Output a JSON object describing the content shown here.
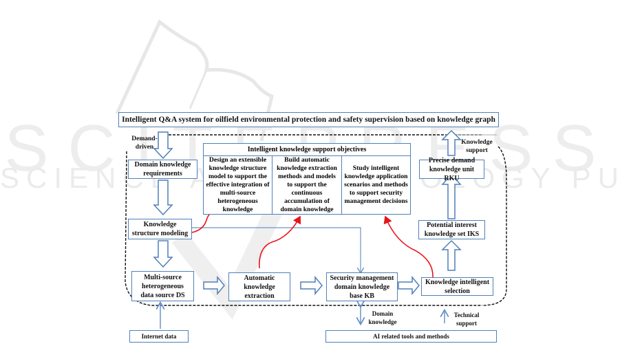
{
  "watermark": {
    "line1": "SCITEPRESS",
    "line2": "SCIENCE AND TECHNOLOGY PUBLICATIONS"
  },
  "diagram": {
    "title": "Intelligent Q&A system for oilfield  environmental protection and safety supervision  based on knowledge graph",
    "labels": {
      "demand_driven": "Demand-\ndriven",
      "knowledge_support": "Knowledge\nsupport",
      "domain_knowledge": "Domain\nknowledge",
      "technical_support": "Technical\nsupport"
    },
    "nodes": {
      "domain_requirements": "Domain knowledge requirements",
      "structure_modeling": "Knowledge structure modeling",
      "data_source": "Multi-source heterogeneous data source DS",
      "auto_extraction": "Automatic knowledge extraction",
      "knowledge_base": "Security management domain knowledge base KB",
      "intelligent_selection": "Knowledge intelligent selection",
      "interest_set": "Potential interest knowledge set IKS",
      "demand_unit": "Precise demand knowledge unit RKU",
      "internet_data": "Internet data",
      "ai_tools": "AI related tools and methods"
    },
    "objectives": {
      "title": "Intelligent knowledge support objectives",
      "items": [
        "Design an extensible knowledge structure model to support the effective integration of multi-source heterogeneous knowledge",
        "Build automatic knowledge extraction methods and models to support the continuous accumulation of domain knowledge",
        "Study intelligent knowledge application scenarios and methods to support security management decisions"
      ]
    },
    "colors": {
      "box_border": "#4f7fb8",
      "thin_arrow": "#6a93c6",
      "red_arrow": "#e8141b",
      "dashed": "#111111"
    }
  }
}
